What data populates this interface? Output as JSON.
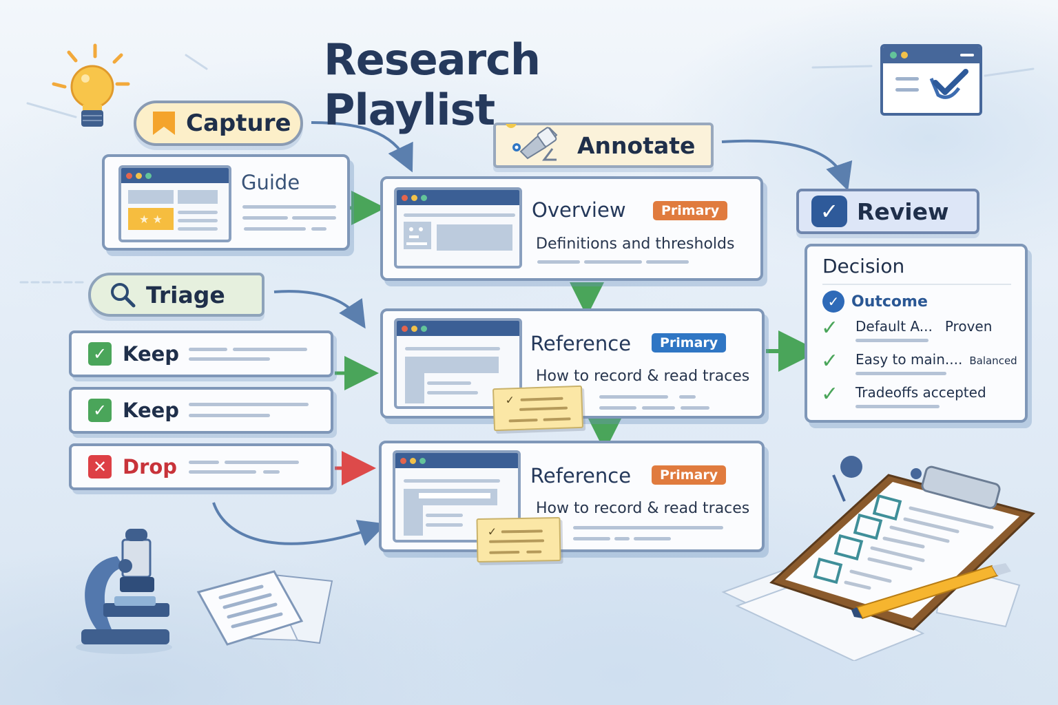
{
  "title": "Research Playlist",
  "stages": {
    "capture": {
      "label": "Capture",
      "icon": "bookmark-icon",
      "color": "#f4a42c"
    },
    "annotate": {
      "label": "Annotate",
      "icon": "highlighter-icon"
    },
    "triage": {
      "label": "Triage",
      "icon": "search-icon"
    },
    "review": {
      "label": "Review",
      "icon": "checkbox-icon",
      "color": "#2e5a9a"
    }
  },
  "capture_card": {
    "title": "Guide"
  },
  "annotate_cards": [
    {
      "title": "Overview",
      "badge": "Primary",
      "badge_color": "#e07b3e",
      "subtitle": "Definitions and thresholds"
    },
    {
      "title": "Reference",
      "badge": "Primary",
      "badge_color": "#2f76c4",
      "subtitle": "How to record & read traces"
    },
    {
      "title": "Reference",
      "badge": "Primary",
      "badge_color": "#e07b3e",
      "subtitle": "How to record & read traces"
    }
  ],
  "triage_rows": [
    {
      "label": "Keep",
      "status": "keep",
      "icon": "check"
    },
    {
      "label": "Keep",
      "status": "keep",
      "icon": "check"
    },
    {
      "label": "Drop",
      "status": "drop",
      "icon": "x"
    }
  ],
  "decision": {
    "title": "Decision",
    "outcome_label": "Outcome",
    "criteria": [
      {
        "text": "Default A...",
        "tag": "Proven"
      },
      {
        "text": "Easy to main....",
        "tag": "Balanced"
      },
      {
        "text": "Tradeoffs accepted",
        "tag": ""
      }
    ]
  },
  "icons": {
    "check": "✓",
    "x": "✕",
    "tick": "✓"
  },
  "colors": {
    "keep": "#4aa55a",
    "drop": "#dd3f45",
    "flow_arrow": "#5b7fae",
    "title": "#25395c"
  }
}
